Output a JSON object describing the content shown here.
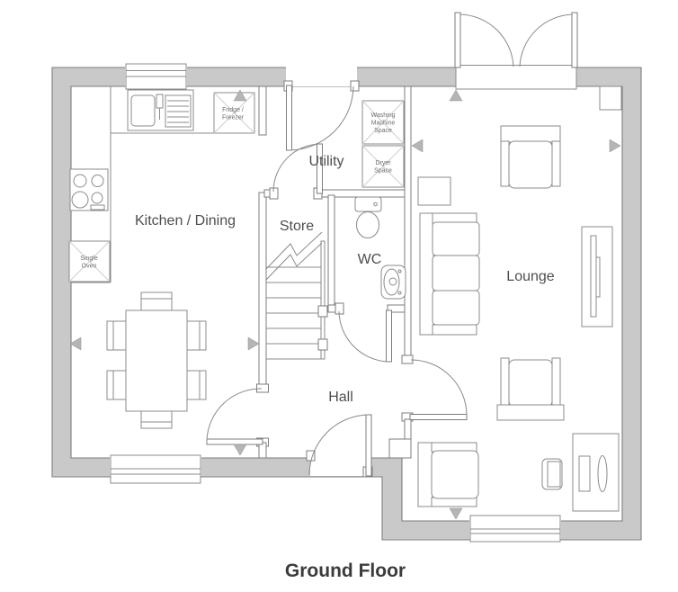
{
  "title": "Ground Floor",
  "rooms": {
    "kitchen": "Kitchen / Dining",
    "store": "Store",
    "utility": "Utility",
    "wc": "WC",
    "hall": "Hall",
    "lounge": "Lounge"
  },
  "appliances": {
    "fridge": {
      "line1": "Fridge /",
      "line2": "Freezer"
    },
    "oven": {
      "line1": "Single",
      "line2": "Oven"
    },
    "washer": {
      "line1": "Washing",
      "line2": "Machine",
      "line3": "Space"
    },
    "dryer": {
      "line1": "Dryer",
      "line2": "Space"
    }
  },
  "colors": {
    "wall_fill": "#c9c9c9",
    "wall_line": "#7d7d7d",
    "furniture_line": "#8b8b8b",
    "label_text": "#4e4e4e",
    "title_text": "#3b3b3b",
    "marker_fill": "#b5b5b5",
    "background": "#ffffff"
  }
}
